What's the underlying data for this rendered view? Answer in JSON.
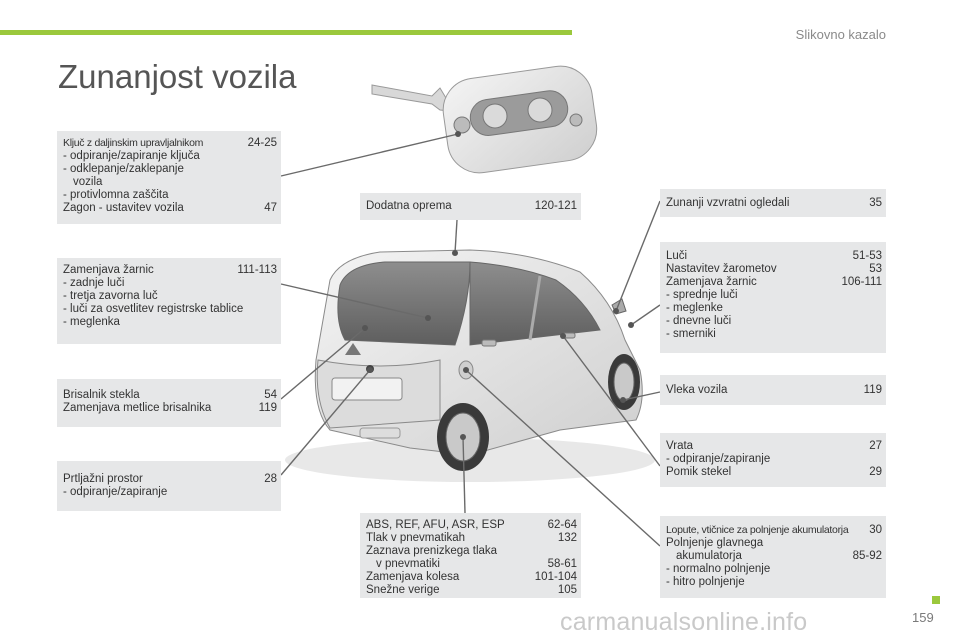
{
  "header": {
    "section": "Slikovno kazalo",
    "title": "Zunanjost vozila"
  },
  "boxes": {
    "kljuc": {
      "head_label": "Ključ z daljinskim upravljalnikom",
      "head_pages": "24-25",
      "items": [
        "odpiranje/zapiranje ključa",
        "odklepanje/zaklepanje",
        "vozila",
        "protivlomna zaščita"
      ],
      "row2_label": "Zagon - ustavitev vozila",
      "row2_pages": "47"
    },
    "zarnice": {
      "head_label": "Zamenjava žarnic",
      "head_pages": "111-113",
      "items": [
        "zadnje luči",
        "tretja zavorna luč",
        "luči za osvetlitev registrske tablice",
        "meglenka"
      ]
    },
    "brisalnik": {
      "row1_label": "Brisalnik stekla",
      "row1_pages": "54",
      "row2_label": "Zamenjava metlice brisalnika",
      "row2_pages": "119"
    },
    "prtljazni": {
      "head_label": "Prtljažni prostor",
      "head_pages": "28",
      "items": [
        "odpiranje/zapiranje"
      ]
    },
    "dodatna": {
      "label": "Dodatna oprema",
      "pages": "120-121"
    },
    "abs": {
      "row1_label": "ABS, REF, AFU, ASR, ESP",
      "row1_pages": "62-64",
      "row2_label": "Tlak v pnevmatikah",
      "row2_pages": "132",
      "row3_label": "Zaznava prenizkega tlaka",
      "row3_cont": "v pnevmatiki",
      "row3_pages": "58-61",
      "row4_label": "Zamenjava kolesa",
      "row4_pages": "101-104",
      "row5_label": "Snežne verige",
      "row5_pages": "105"
    },
    "ogledali": {
      "label": "Zunanji vzvratni ogledali",
      "pages": "35"
    },
    "luci": {
      "row1_label": "Luči",
      "row1_pages": "51-53",
      "row2_label": "Nastavitev žarometov",
      "row2_pages": "53",
      "row3_label": "Zamenjava žarnic",
      "row3_pages": "106-111",
      "items": [
        "sprednje luči",
        "meglenke",
        "dnevne luči",
        "smerniki"
      ]
    },
    "vleka": {
      "label": "Vleka vozila",
      "pages": "119"
    },
    "vrata": {
      "row1_label": "Vrata",
      "row1_pages": "27",
      "items": [
        "odpiranje/zapiranje"
      ],
      "row2_label": "Pomik stekel",
      "row2_pages": "29"
    },
    "lopute": {
      "head_label": "Lopute, vtičnice za polnjenje akumulatorja",
      "head_pages": "30",
      "row1_label": "Polnjenje glavnega",
      "row1_cont": "akumulatorja",
      "row1_pages": "85-92",
      "items": [
        "normalno polnjenje",
        "hitro polnjenje"
      ]
    }
  },
  "footer": {
    "page_number": "159",
    "watermark": "carmanualsonline.info"
  },
  "colors": {
    "accent": "#9bc83c",
    "box_bg": "#e6e7e8",
    "title": "#555555"
  }
}
